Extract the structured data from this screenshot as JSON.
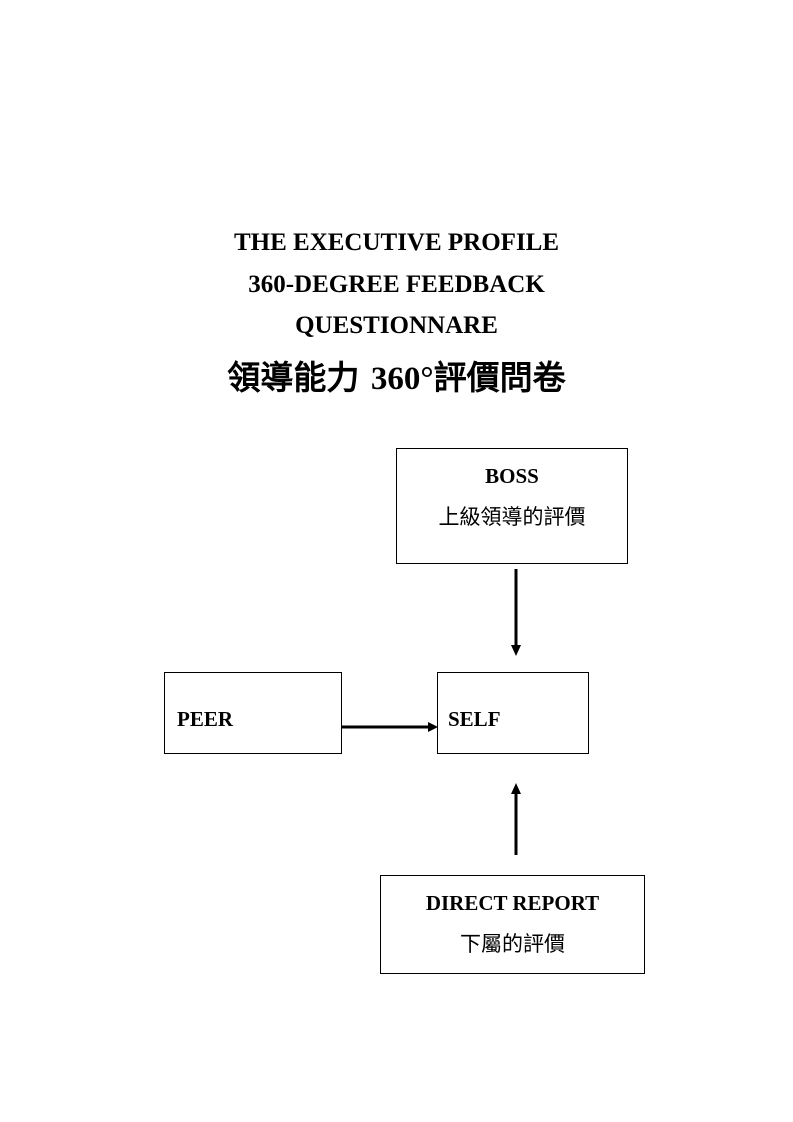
{
  "title": {
    "line1": "THE EXECUTIVE PROFILE",
    "line2": "360-DEGREE FEEDBACK",
    "line3": "QUESTIONNARE",
    "chinese_prefix": "領導能力 ",
    "chinese_number": "360°",
    "chinese_suffix": "評價問卷"
  },
  "diagram": {
    "boss": {
      "label": "BOSS",
      "sublabel": "上級領導的評價"
    },
    "peer": {
      "label": "PEER"
    },
    "self": {
      "label": "SELF"
    },
    "direct_report": {
      "label": "DIRECT REPORT",
      "sublabel": "下屬的評價"
    }
  }
}
